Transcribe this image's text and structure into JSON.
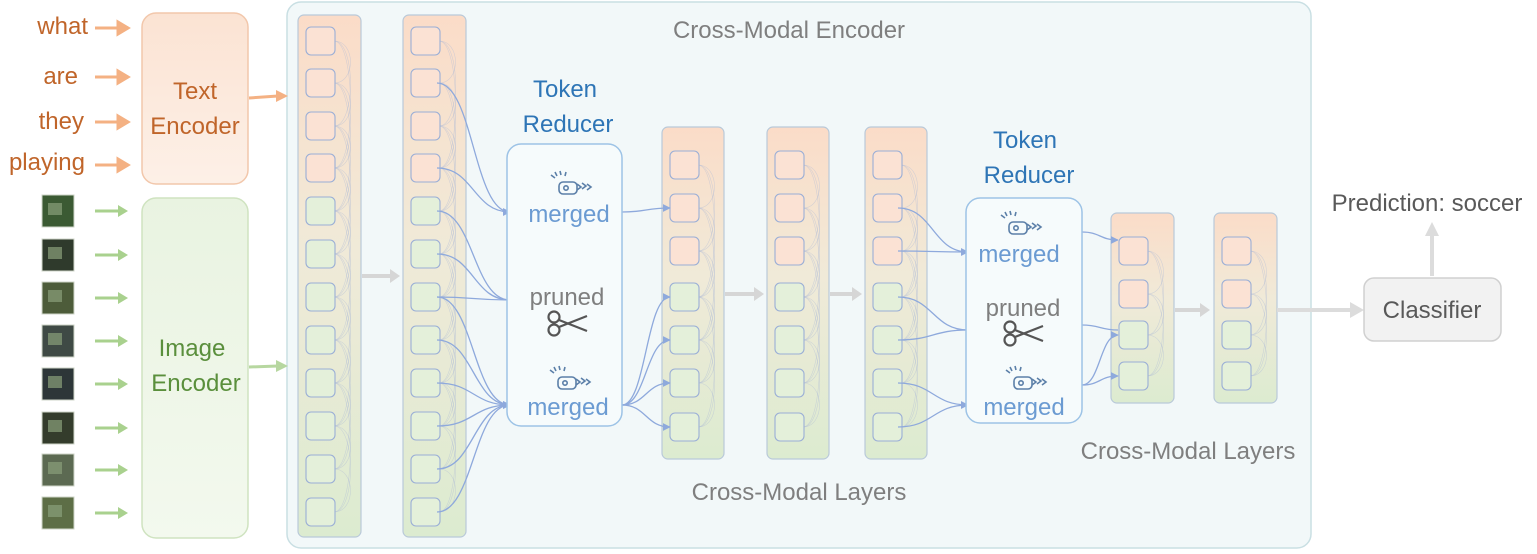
{
  "title": "Cross-Modal Encoder",
  "text_words": [
    "what",
    "are",
    "they",
    "playing"
  ],
  "text_encoder": {
    "line1": "Text",
    "line2": "Encoder"
  },
  "image_encoder": {
    "line1": "Image",
    "line2": "Encoder"
  },
  "token_reducer": {
    "line1": "Token",
    "line2": "Reducer"
  },
  "reducer_labels": {
    "merged": "merged",
    "pruned": "pruned"
  },
  "cross_modal_layers_label": "Cross-Modal Layers",
  "classifier": "Classifier",
  "prediction": "Prediction: soccer",
  "colors": {
    "text": "#c0652a",
    "image": "#5a8f3c",
    "reducer": "#2e75b6",
    "gray": "#7f7f7f",
    "text_token": "#fbe2d4",
    "image_token": "#e4f0da",
    "token_border": "#9aaed6",
    "encoder_bg": "#f2f8f9"
  },
  "icons": [
    "right-arrow-icon",
    "image-patch-thumbnail",
    "zipper-icon",
    "scissors-icon",
    "up-arrow-icon"
  ]
}
